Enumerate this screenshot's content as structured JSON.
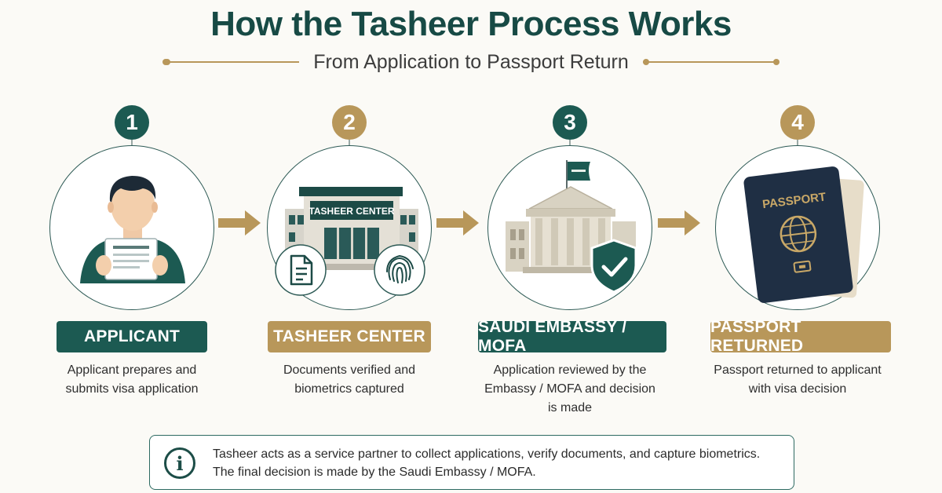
{
  "header": {
    "title": "How the Tasheer Process Works",
    "subtitle": "From Application to Passport Return"
  },
  "colors": {
    "teal": "#1c5a52",
    "gold": "#b8975a",
    "navy": "#1f2f44",
    "background": "#fbfaf6"
  },
  "steps": [
    {
      "number": "1",
      "label": "APPLICANT",
      "description_line1": "Applicant prepares and",
      "description_line2": "submits visa application",
      "description_line3": "",
      "icon": "applicant-with-document-icon"
    },
    {
      "number": "2",
      "label": "TASHEER CENTER",
      "description_line1": "Documents verified and",
      "description_line2": "biometrics captured",
      "description_line3": "",
      "sign_text": "TASHEER CENTER",
      "icon": "tasheer-building-icon"
    },
    {
      "number": "3",
      "label": "SAUDI EMBASSY / MOFA",
      "description_line1": "Application reviewed by the",
      "description_line2": "Embassy / MOFA and decision",
      "description_line3": "is made",
      "icon": "embassy-building-icon"
    },
    {
      "number": "4",
      "label": "PASSPORT RETURNED",
      "description_line1": "Passport returned to applicant",
      "description_line2": "with visa decision",
      "description_line3": "",
      "passport_text": "PASSPORT",
      "icon": "passport-icon"
    }
  ],
  "note": {
    "icon": "info-icon",
    "line1": "Tasheer acts as a service partner to collect applications, verify documents, and capture biometrics.",
    "line2": "The final decision is made by the Saudi Embassy / MOFA."
  }
}
